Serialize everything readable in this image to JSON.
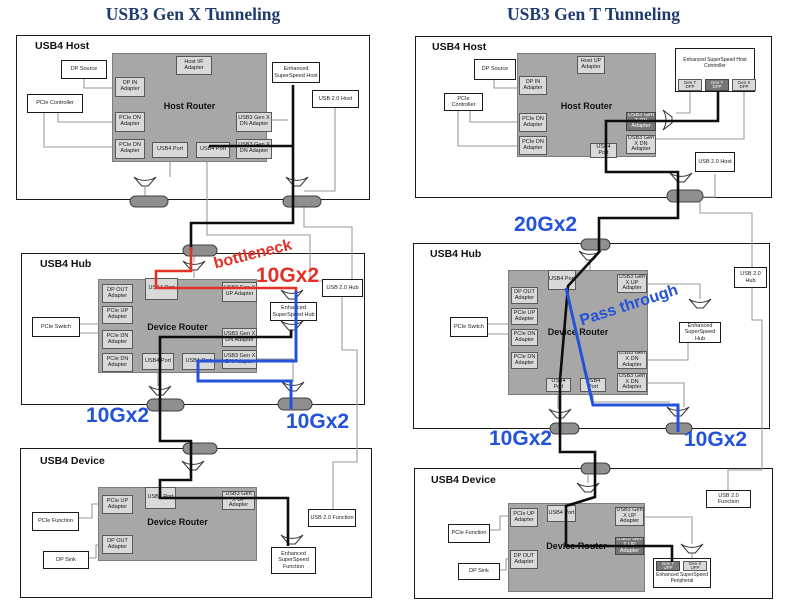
{
  "colors": {
    "title_navy": "#1f3a6e",
    "annotation_red": "#e23227",
    "annotation_blue": "#2353d8",
    "router_gray": "#a7a7a7",
    "adapter_gray": "#d9d9d9",
    "dark_gray": "#777777",
    "pill_gray": "#8f8f8f"
  },
  "left": {
    "title": "USB3 Gen X Tunneling",
    "host": {
      "label": "USB4 Host",
      "dp_source": "DP Source",
      "pcie_controller": "PCIe Controller",
      "router": "Host Router",
      "host_if": "Host I/F Adapter",
      "dp_in": "DP IN Adapter",
      "pcie_dn1": "PCIe DN Adapter",
      "pcie_dn2": "PCIe DN Adapter",
      "usb4_port1": "USB4 Port",
      "usb4_port2": "USB4 Port",
      "genx_dn1": "USB3 Gen X DN Adapter",
      "genx_dn2": "USB3 Gen X DN Adapter",
      "ess_host": "Enhanced SuperSpeed Host",
      "usb2_host": "USB 2.0 Host"
    },
    "hub": {
      "label": "USB4 Hub",
      "router": "Device Router",
      "usb4_port_top": "USB4 Port",
      "dp_out": "DP OUT Adapter",
      "pcie_up": "PCIe UP Adapter",
      "pcie_dn1": "PCIe DN Adapter",
      "pcie_dn2": "PCIe DN Adapter",
      "genx_up": "USB3 Gen X UP Adapter",
      "genx_dn1": "USB3 Gen X DN Adapter",
      "genx_dn2": "USB3 Gen X DN Adapter",
      "usb4_port1": "USB4 Port",
      "usb4_port2": "USB4 Port",
      "pcie_switch": "PCIe Switch",
      "ess_hub": "Enhanced SuperSpeed Hub",
      "usb2_hub": "USB 2.0 Hub"
    },
    "device": {
      "label": "USB4 Device",
      "router": "Device Router",
      "usb4_port": "USB4 Port",
      "pcie_up": "PCIe UP Adapter",
      "dp_out": "DP OUT Adapter",
      "genx_up": "USB3 Gen X UP Adapter",
      "pcie_function": "PCIe Function",
      "dp_sink": "DP Sink",
      "usb2_function": "USB 2.0 Function",
      "ess_function": "Enhanced SuperSpeed Function"
    },
    "annotations": {
      "bottleneck": "bottleneck",
      "rate_red": "10Gx2",
      "rate_bottom_left": "10Gx2",
      "rate_bottom_right": "10Gx2"
    }
  },
  "right": {
    "title": "USB3 Gen T Tunneling",
    "host": {
      "label": "USB4 Host",
      "dp_source": "DP Source",
      "pcie_controller": "PCIe Controller",
      "router": "Host Router",
      "host_up": "Host UP Adapter",
      "dp_in": "DP IN Adapter",
      "pcie_dn1": "PCIe DN Adapter",
      "pcie_dn2": "PCIe DN Adapter",
      "usb4_port": "USB4 Port",
      "gent_dn": "USB3 Gen T DN Adapter",
      "genx_dn": "USB3 Gen X DN Adapter",
      "ess_host_controller": "Enhanced SuperSpeed Host Controller",
      "gent_dfp1": "Gen T DFP",
      "gent_dfp2": "Gen T DFP",
      "genx_dfp": "Gen X DFP",
      "usb2_host": "USB 2.0 Host"
    },
    "hub": {
      "label": "USB4 Hub",
      "router": "Device Router",
      "usb4_port_top": "USB4 Port",
      "dp_out": "DP OUT Adapter",
      "pcie_up": "PCIe UP Adapter",
      "pcie_dn1": "PCIe DN Adapter",
      "pcie_dn2": "PCIe DN Adapter",
      "genx_up": "USB3 Gen X UP Adapter",
      "genx_dn1": "USB3 Gen X DN Adapter",
      "genx_dn2": "USB3 Gen X DN Adapter",
      "usb4_port1": "USB4 Port",
      "usb4_port2": "USB4 Port",
      "pcie_switch": "PCIe Switch",
      "ess_hub": "Enhanced SuperSpeed Hub",
      "usb2_hub": "USB 2.0 Hub"
    },
    "device": {
      "label": "USB4 Device",
      "router": "Device Router",
      "usb4_port": "USB4 Port",
      "pcie_up": "PCIe UP Adapter",
      "dp_out": "DP OUT Adapter",
      "genx_up": "USB3 Gen X UP Adapter",
      "gent_up": "USB3 Gen T UP Adapter",
      "pcie_function": "PCIe Function",
      "dp_sink": "DP Sink",
      "usb2_function": "USB 2.0 Function",
      "ess_peripheral": "Enhanced SuperSpeed Peripheral",
      "gent_ufp": "Gen T UFP",
      "genx_ufp": "Gen X UFP"
    },
    "annotations": {
      "rate_top": "20Gx2",
      "pass_through": "Pass through",
      "rate_bottom_left": "10Gx2",
      "rate_bottom_right": "10Gx2"
    }
  }
}
